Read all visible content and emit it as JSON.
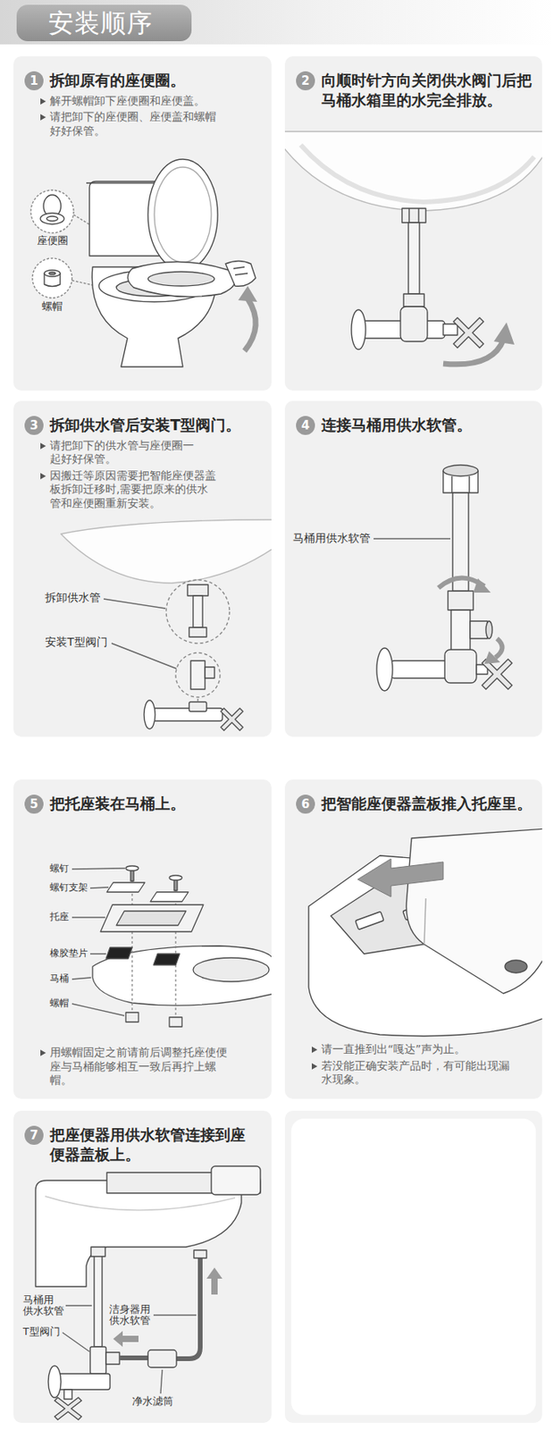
{
  "diagram": {
    "title": "安装顺序",
    "nodes": [
      {
        "text": [
          "拆卸原有的座便圈。",
          "解开螺帽卸下座便圈和座便盖。",
          "请把卸下的座便圈、座便盖和螺帽好好保管。"
        ]
      },
      {
        "text": [
          "1"
        ],
        "in": 0
      },
      {
        "text": [
          "向顺时针方向关闭供水阀门后把马桶水箱里的水完全排放。"
        ]
      },
      {
        "text": [
          "2"
        ],
        "in": 2
      },
      {
        "text": [
          "拆卸供水管后安装T型阀门。",
          "请把卸下的供水管与座便圈一起好好保管。",
          "因搬迁等原因需要把智能座便器盖板拆卸迁移时,需要把原来的供水管和座便圈重新安装。"
        ]
      },
      {
        "text": [
          "3"
        ],
        "in": 4
      },
      {
        "text": [
          "连接马桶用供水软管。"
        ]
      },
      {
        "text": [
          "4"
        ],
        "in": 6
      },
      {
        "text": [
          "把托座装在马桶上。",
          "用螺帽固定之前请前后调整托座使便座与马桶能够相互一致后再拧上螺帽。"
        ]
      },
      {
        "text": [
          "5"
        ],
        "in": 8
      },
      {
        "text": [
          "把智能座便器盖板推入托座里。",
          "请一直推到出“嘎达”声为止。",
          "若没能正确安装产品时，有可能出现漏水现象。"
        ]
      },
      {
        "text": [
          "6"
        ],
        "in": 10
      },
      {
        "text": [
          "把座便器用供水软管连接到座便器盖板上。"
        ]
      },
      {
        "text": [
          "7"
        ],
        "in": 12
      }
    ],
    "labels": [
      "座便圈",
      "螺帽",
      "拆卸供水管",
      "安装T型阀门",
      "马桶用供水软管",
      "螺钉",
      "螺钉支架",
      "托座",
      "橡胶垫片",
      "马桶",
      "螺帽",
      "马桶用 供水软管",
      "洁身器用 供水软管",
      "T型阀门",
      "净水滤筒"
    ]
  }
}
